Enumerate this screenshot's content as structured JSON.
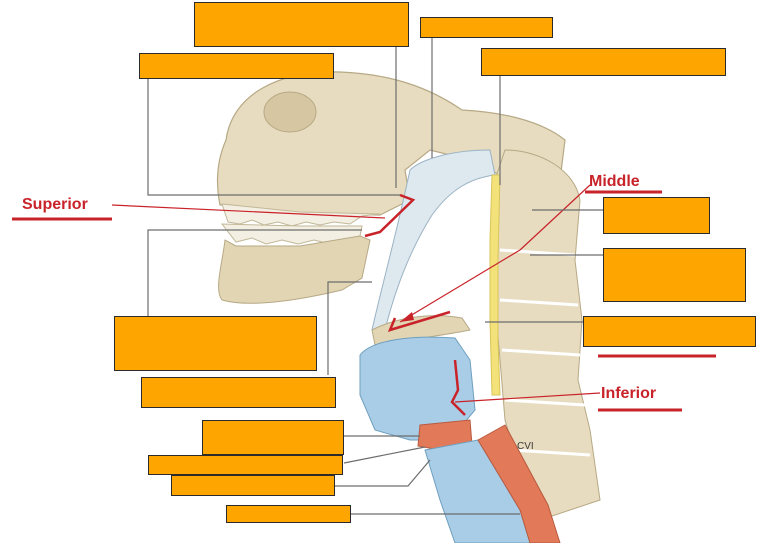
{
  "labels": {
    "superior": "Superior",
    "middle": "Middle",
    "inferior": "Inferior",
    "vertebra": "CVI"
  },
  "colors": {
    "label_box": "#FFA500",
    "constrictor_red": "#c9232a",
    "bone": "#e7dcc0",
    "cartilage": "#a9cde6",
    "ligament_yellow": "#f3e27a",
    "esophagus": "#e27a5a"
  }
}
